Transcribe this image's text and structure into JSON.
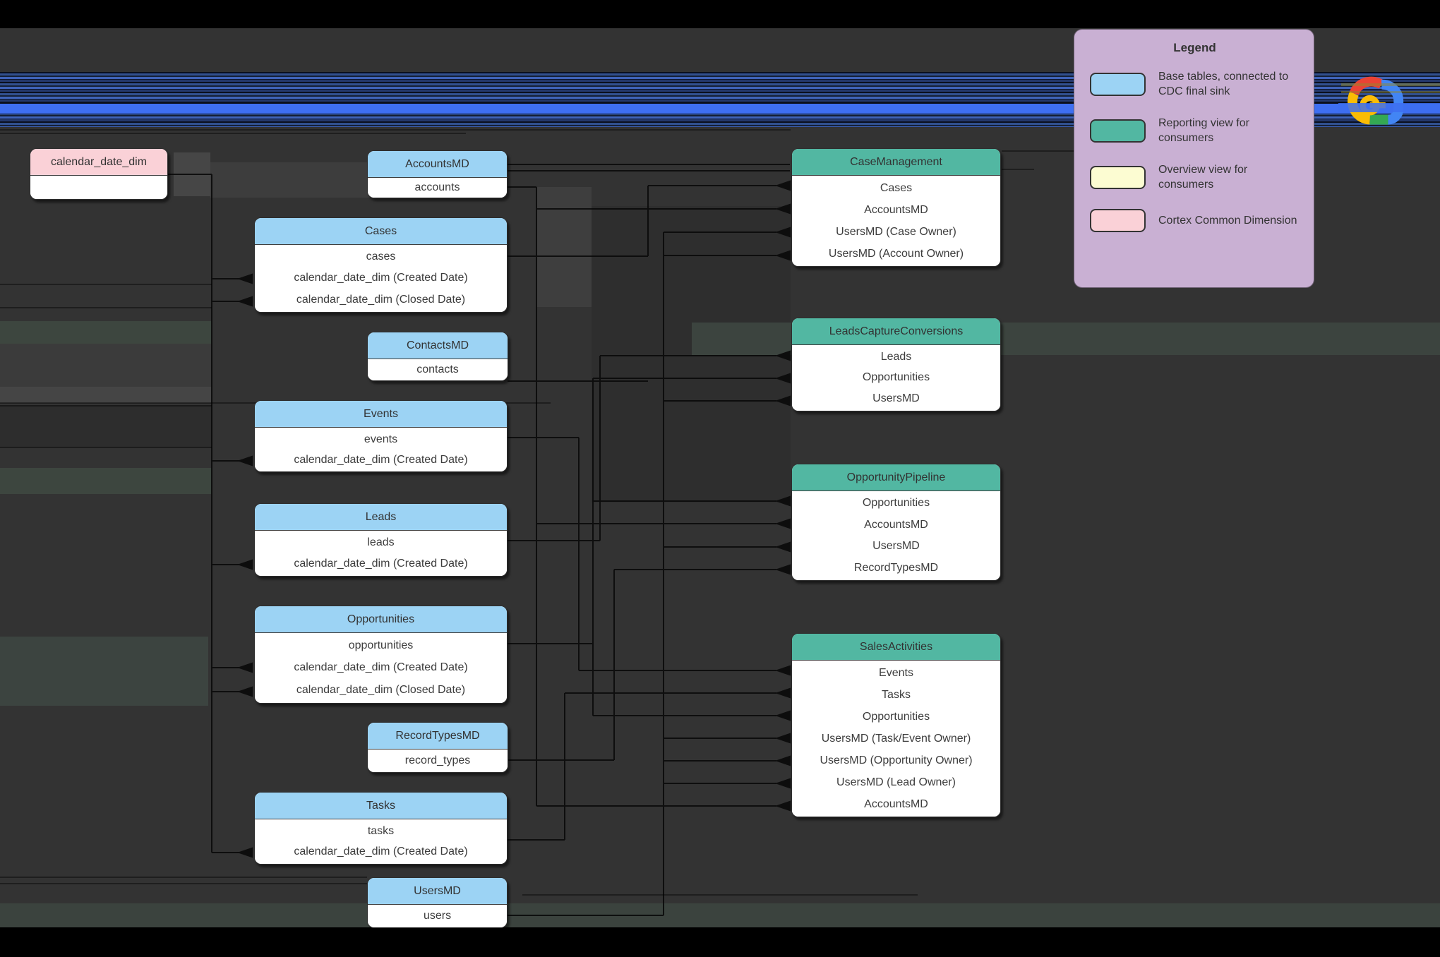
{
  "diagram": {
    "common_dimension": {
      "title": "calendar_date_dim",
      "rows": []
    },
    "base_tables": [
      {
        "title": "AccountsMD",
        "rows": [
          "accounts"
        ]
      },
      {
        "title": "Cases",
        "rows": [
          "cases",
          "calendar_date_dim (Created Date)",
          "calendar_date_dim (Closed Date)"
        ]
      },
      {
        "title": "ContactsMD",
        "rows": [
          "contacts"
        ]
      },
      {
        "title": "Events",
        "rows": [
          "events",
          "calendar_date_dim (Created Date)"
        ]
      },
      {
        "title": "Leads",
        "rows": [
          "leads",
          "calendar_date_dim (Created Date)"
        ]
      },
      {
        "title": "Opportunities",
        "rows": [
          "opportunities",
          "calendar_date_dim (Created Date)",
          "calendar_date_dim (Closed Date)"
        ]
      },
      {
        "title": "RecordTypesMD",
        "rows": [
          "record_types"
        ]
      },
      {
        "title": "Tasks",
        "rows": [
          "tasks",
          "calendar_date_dim (Created Date)"
        ]
      },
      {
        "title": "UsersMD",
        "rows": [
          "users"
        ]
      }
    ],
    "reporting_views": [
      {
        "title": "CaseManagement",
        "rows": [
          "Cases",
          "AccountsMD",
          "UsersMD (Case Owner)",
          "UsersMD (Account Owner)"
        ]
      },
      {
        "title": "LeadsCaptureConversions",
        "rows": [
          "Leads",
          "Opportunities",
          "UsersMD"
        ]
      },
      {
        "title": "OpportunityPipeline",
        "rows": [
          "Opportunities",
          "AccountsMD",
          "UsersMD",
          "RecordTypesMD"
        ]
      },
      {
        "title": "SalesActivities",
        "rows": [
          "Events",
          "Tasks",
          "Opportunities",
          "UsersMD (Task/Event Owner)",
          "UsersMD (Opportunity Owner)",
          "UsersMD (Lead Owner)",
          "AccountsMD"
        ]
      }
    ]
  },
  "legend": {
    "title": "Legend",
    "items": [
      {
        "label": "Base tables, connected to CDC final sink",
        "color": "#9cd3f4"
      },
      {
        "label": "Reporting view for consumers",
        "color": "#52b7a2"
      },
      {
        "label": "Overview view for consumers",
        "color": "#fcfcd2"
      },
      {
        "label": "Cortex Common Dimension",
        "color": "#fad1d7"
      }
    ]
  },
  "logo": {
    "icon": "google-cloud-logo"
  },
  "colors": {
    "canvas": "#333333",
    "base_table_header": "#9cd3f4",
    "reporting_view_header": "#52b7a2",
    "overview_view": "#fcfcd2",
    "common_dimension_header": "#fad1d7",
    "legend_background": "#c9b0d3",
    "connector": "#000000",
    "cdc_band_blue": "#3e6ff2",
    "logo_red": "#EA4335",
    "logo_blue": "#4285F4",
    "logo_yellow": "#FBBC05",
    "logo_green": "#34A853"
  }
}
